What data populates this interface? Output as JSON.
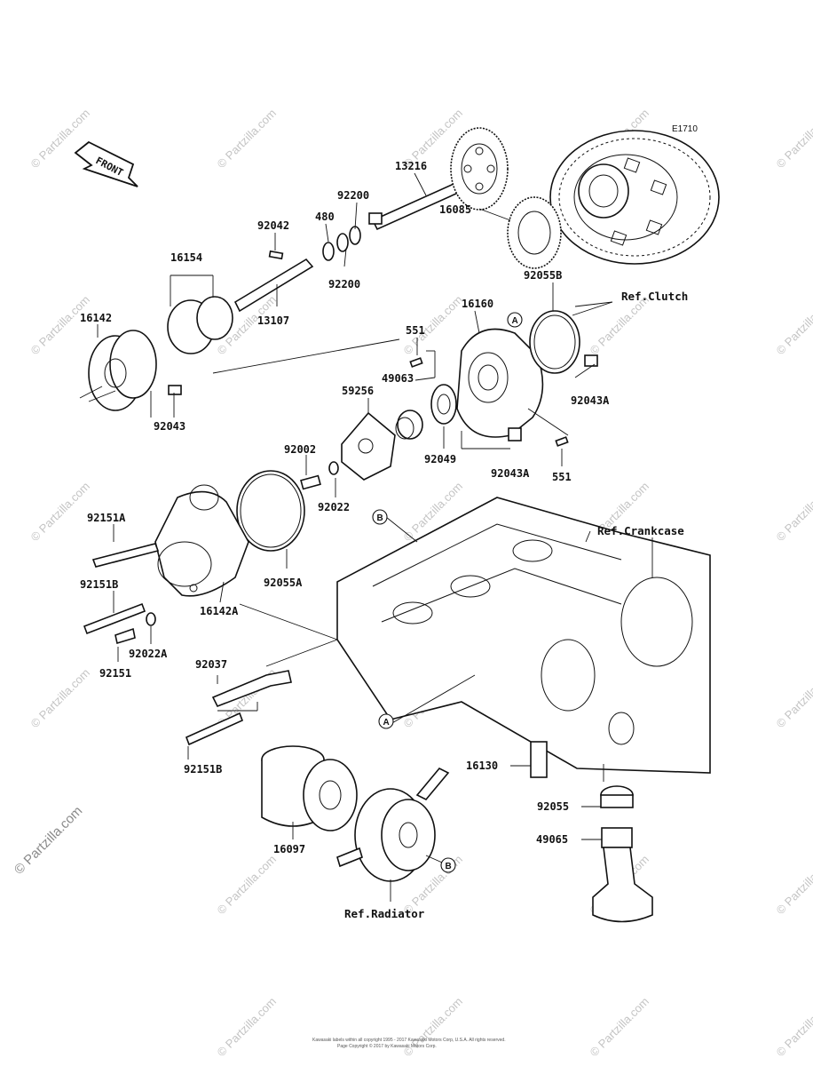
{
  "drawing_id": "E1710",
  "front_marker": "FRONT",
  "part_numbers": [
    "13216",
    "92200",
    "480",
    "92042",
    "16085",
    "16154",
    "92200",
    "92055B",
    "13107",
    "16142",
    "16160",
    "551",
    "49063",
    "59256",
    "92043",
    "92043A",
    "92049",
    "92002",
    "92022",
    "92043A",
    "551",
    "92151A",
    "92055A",
    "92151B",
    "16142A",
    "92022A",
    "92151",
    "92037",
    "16130",
    "92151B",
    "92055",
    "16097",
    "49065"
  ],
  "reference_labels": {
    "clutch": "Ref.Clutch",
    "crankcase": "Ref.Crankcase",
    "radiator": "Ref.Radiator"
  },
  "callout_letters": [
    "A",
    "B",
    "A",
    "B"
  ],
  "watermark_text": "© Partzilla.com",
  "footer_lines": [
    "Kawasaki labels within all copyright 1995 - 2017 Kawasaki Motors Corp, U.S.A. All rights reserved.",
    "Page Copyright © 2017 by Kawasaki Motors Corp."
  ]
}
